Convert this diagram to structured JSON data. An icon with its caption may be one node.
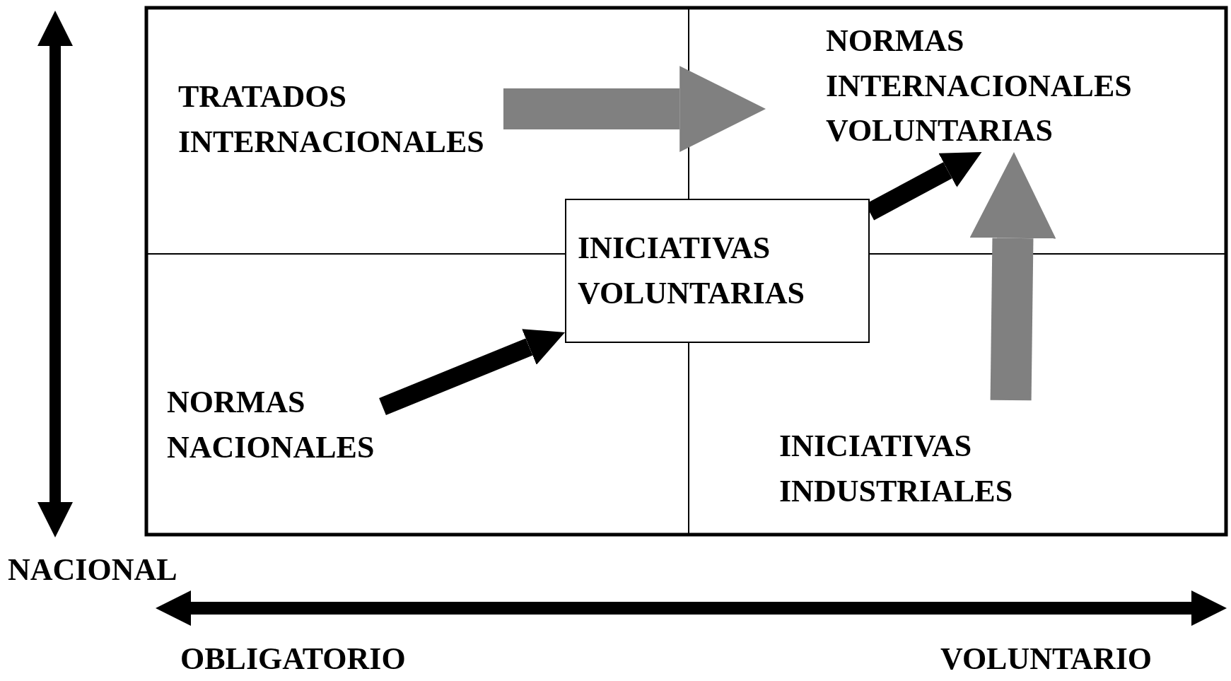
{
  "diagram": {
    "nodes": [
      {
        "text": [
          "TRATADOS INTERNACIONALES"
        ]
      },
      {
        "text": [
          "NORMAS INTERNACIONALES VOLUNTARIAS"
        ]
      },
      {
        "text": [
          "INICIATIVAS VOLUNTARIAS"
        ]
      },
      {
        "text": [
          "NORMAS NACIONALES"
        ]
      },
      {
        "text": [
          "INICIATIVAS INDUSTRIALES"
        ]
      }
    ],
    "edges": [
      {
        "from": 0,
        "to": 1,
        "arrow": "to",
        "style": "thick",
        "color": "#808080"
      },
      {
        "from": 3,
        "to": 2,
        "arrow": "to",
        "color": "#000000"
      },
      {
        "from": 2,
        "to": 1,
        "arrow": "to",
        "color": "#000000"
      },
      {
        "from": 4,
        "to": 1,
        "arrow": "to",
        "style": "thick",
        "color": "#808080"
      }
    ],
    "labels": [
      "NACIONAL",
      "OBLIGATORIO",
      "VOLUNTARIO"
    ]
  }
}
